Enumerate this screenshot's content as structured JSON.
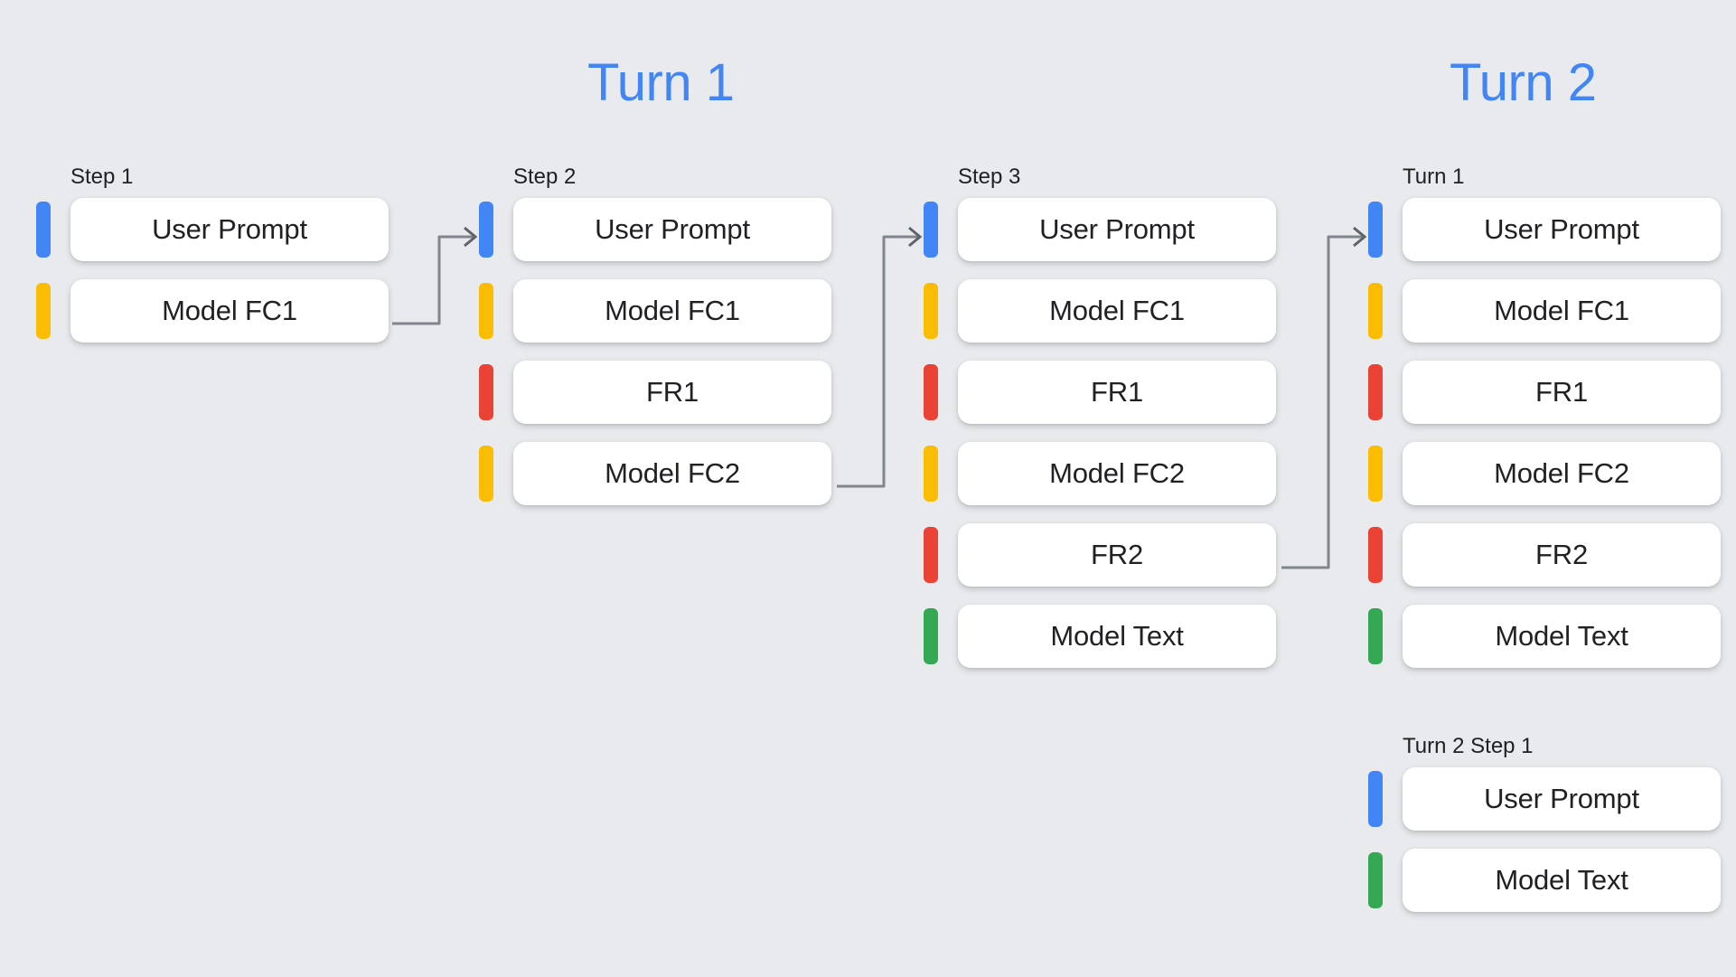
{
  "background_color": "#E8EAED",
  "palette": {
    "blue": "#4285F4",
    "yellow": "#FBBC04",
    "red": "#EA4335",
    "green": "#34A853",
    "connector_gray": "#80868B",
    "card_white": "#FFFFFF",
    "text_dark": "#202124"
  },
  "headings": {
    "turn1": "Turn 1",
    "turn2": "Turn 2"
  },
  "columns": [
    {
      "id": "step1",
      "label": "Step 1",
      "rows": [
        {
          "color": "blue",
          "text": "User Prompt"
        },
        {
          "color": "yellow",
          "text": "Model FC1"
        }
      ]
    },
    {
      "id": "step2",
      "label": "Step 2",
      "rows": [
        {
          "color": "blue",
          "text": "User Prompt"
        },
        {
          "color": "yellow",
          "text": "Model FC1"
        },
        {
          "color": "red",
          "text": "FR1"
        },
        {
          "color": "yellow",
          "text": "Model FC2"
        }
      ]
    },
    {
      "id": "step3",
      "label": "Step 3",
      "rows": [
        {
          "color": "blue",
          "text": "User Prompt"
        },
        {
          "color": "yellow",
          "text": "Model FC1"
        },
        {
          "color": "red",
          "text": "FR1"
        },
        {
          "color": "yellow",
          "text": "Model FC2"
        },
        {
          "color": "red",
          "text": "FR2"
        },
        {
          "color": "green",
          "text": "Model Text"
        }
      ]
    },
    {
      "id": "turn2a",
      "label": "Turn 1",
      "rows": [
        {
          "color": "blue",
          "text": "User Prompt"
        },
        {
          "color": "yellow",
          "text": "Model FC1"
        },
        {
          "color": "red",
          "text": "FR1"
        },
        {
          "color": "yellow",
          "text": "Model FC2"
        },
        {
          "color": "red",
          "text": "FR2"
        },
        {
          "color": "green",
          "text": "Model Text"
        }
      ]
    },
    {
      "id": "turn2b",
      "label": "Turn 2 Step 1",
      "rows": [
        {
          "color": "blue",
          "text": "User Prompt"
        },
        {
          "color": "green",
          "text": "Model Text"
        }
      ]
    }
  ],
  "connectors": [
    {
      "id": "step1-to-step2",
      "from": "step1.Model FC1",
      "to": "step2.User Prompt"
    },
    {
      "id": "step2-to-step3",
      "from": "step2.Model FC2",
      "to": "step3.User Prompt"
    },
    {
      "id": "step3-to-turn2",
      "from": "step3.FR2",
      "to": "turn2a.User Prompt"
    }
  ]
}
